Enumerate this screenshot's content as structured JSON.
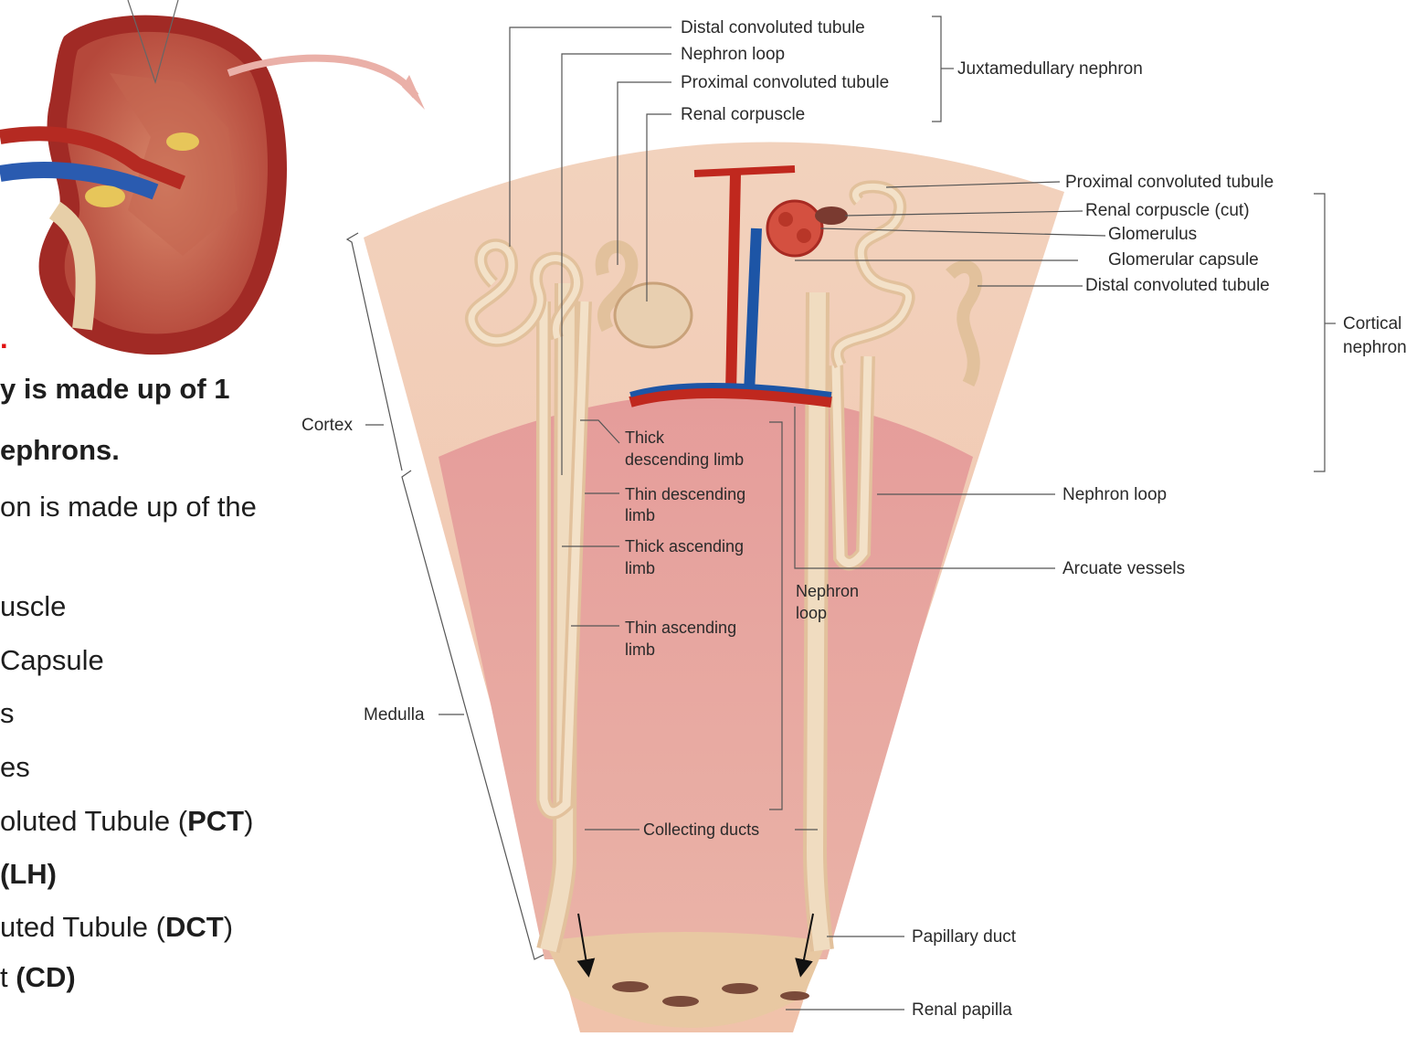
{
  "side_text": {
    "red_dot": ".",
    "line1": "y is made up of 1",
    "line2": "ephrons.",
    "line3": "on is made up of the",
    "items": [
      {
        "text": "uscle",
        "bold": ""
      },
      {
        "text": "Capsule",
        "bold": ""
      },
      {
        "text": "s",
        "bold": ""
      },
      {
        "text": "es",
        "bold": ""
      },
      {
        "text": "oluted Tubule (",
        "bold": "PCT",
        "tail": ")"
      },
      {
        "text": "",
        "bold": "(LH)"
      },
      {
        "text": "uted Tubule (",
        "bold": "DCT",
        "tail": ")"
      },
      {
        "text": "t ",
        "bold": "(CD)"
      }
    ]
  },
  "diagram": {
    "top_labels": {
      "distal_convoluted_tubule": "Distal convoluted tubule",
      "nephron_loop": "Nephron loop",
      "proximal_convoluted_tubule": "Proximal convoluted tubule",
      "renal_corpuscle": "Renal corpuscle",
      "juxtamedullary_nephron": "Juxtamedullary nephron"
    },
    "right_labels": {
      "proximal_convoluted_tubule": "Proximal convoluted tubule",
      "renal_corpuscle_cut": "Renal corpuscle (cut)",
      "glomerulus": "Glomerulus",
      "glomerular_capsule": "Glomerular capsule",
      "distal_convoluted_tubule": "Distal convoluted tubule",
      "cortical_nephron_1": "Cortical",
      "cortical_nephron_2": "nephron",
      "nephron_loop": "Nephron loop",
      "arcuate_vessels": "Arcuate vessels",
      "papillary_duct": "Papillary duct",
      "renal_papilla": "Renal papilla"
    },
    "left_labels": {
      "cortex": "Cortex",
      "medulla": "Medulla"
    },
    "center_labels": {
      "thick_descending_1": "Thick",
      "thick_descending_2": "descending limb",
      "thin_descending_1": "Thin descending",
      "thin_descending_2": "limb",
      "thick_ascending_1": "Thick ascending",
      "thick_ascending_2": "limb",
      "thin_ascending_1": "Thin ascending",
      "thin_ascending_2": "limb",
      "nephron_loop_1": "Nephron",
      "nephron_loop_2": "loop",
      "collecting_ducts": "Collecting ducts"
    }
  },
  "colors": {
    "cortex": "#f1c7ae",
    "medulla": "#e49a9a",
    "tubule": "#ecd1b0",
    "artery": "#c0281e",
    "vein": "#1d55a6",
    "papilla": "#e8c8a2",
    "red_dot": "#e01010"
  }
}
